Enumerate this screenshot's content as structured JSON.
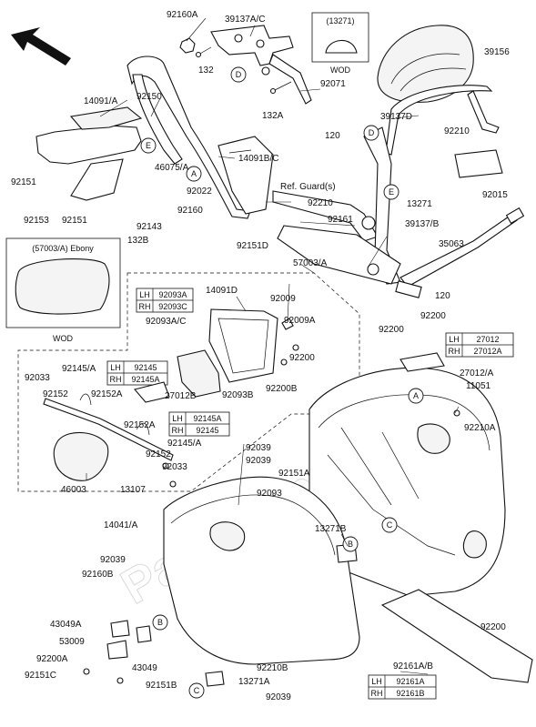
{
  "watermark": "PartsRepublik",
  "boxes": {
    "top_code": "(13271)",
    "top_code_note": "WOD",
    "ebony_code": "(57003/A) Ebony",
    "ebony_note": "WOD",
    "lh1": "LH",
    "lh1_part": "92093A",
    "rh1": "RH",
    "rh1_part": "92093C",
    "lh2": "LH",
    "lh2_part": "92145",
    "rh2": "RH",
    "rh2_part": "92145A",
    "lh3": "LH",
    "lh3_part": "92145A",
    "rh3": "RH",
    "rh3_part": "92145",
    "lh4": "LH",
    "lh4_part": "27012",
    "rh4": "RH",
    "rh4_part": "27012A",
    "lh5": "LH",
    "lh5_part": "92161A",
    "rh5": "RH",
    "rh5_part": "92161B"
  },
  "circles": {
    "a": "A",
    "b": "B",
    "c": "C",
    "d": "D",
    "e": "E"
  },
  "labels": {
    "p92160A": "92160A",
    "p39137AC": "39137A/C",
    "p132": "132",
    "p132A": "132A",
    "p92071": "92071",
    "p39156": "39156",
    "p14091A": "14091/A",
    "p92150": "92150",
    "p39137D": "39137D",
    "p92210a": "92210",
    "p120a": "120",
    "p14091BC": "14091B/C",
    "p46075A": "46075/A",
    "p92151a": "92151",
    "p92022": "92022",
    "p92160": "92160",
    "p92015": "92015",
    "p13271": "13271",
    "p92153": "92153",
    "p92151b": "92151",
    "p92143": "92143",
    "p132B": "132B",
    "pRefGuard": "Ref. Guard(s)",
    "p92210b": "92210",
    "p92161": "92161",
    "p39137B": "39137/B",
    "p35063": "35063",
    "p92151D": "92151D",
    "p57003A": "57003/A",
    "p120b": "120",
    "p14091D": "14091D",
    "p92009": "92009",
    "p92093AC": "92093A/C",
    "p92009A": "92009A",
    "p92200a": "92200",
    "p92200b": "92200",
    "p92200c": "92200",
    "p92033a": "92033",
    "p92145A": "92145/A",
    "p92093B": "92093B",
    "p92200B": "92200B",
    "p27012A": "27012/A",
    "p11051": "11051",
    "p92152a": "92152",
    "p92152A1": "92152A",
    "p27012B": "27012B",
    "p92210A": "92210A",
    "p92152A2": "92152A",
    "p92145A2": "92145/A",
    "p92039a": "92039",
    "p92039b": "92039",
    "p92152b": "92152",
    "p92033b": "92033",
    "p46003": "46003",
    "p13107": "13107",
    "p92151A": "92151A",
    "p92093": "92093",
    "p14041A": "14041/A",
    "p13271B": "13271B",
    "p92039c": "92039",
    "p92160B": "92160B",
    "p92200d": "92200",
    "p43049A": "43049A",
    "p53009": "53009",
    "p43049": "43049",
    "p92200A": "92200A",
    "p92151C": "92151C",
    "p92151B": "92151B",
    "p92210B": "92210B",
    "p13271A": "13271A",
    "p92039d": "92039",
    "p92161AB": "92161A/B"
  }
}
